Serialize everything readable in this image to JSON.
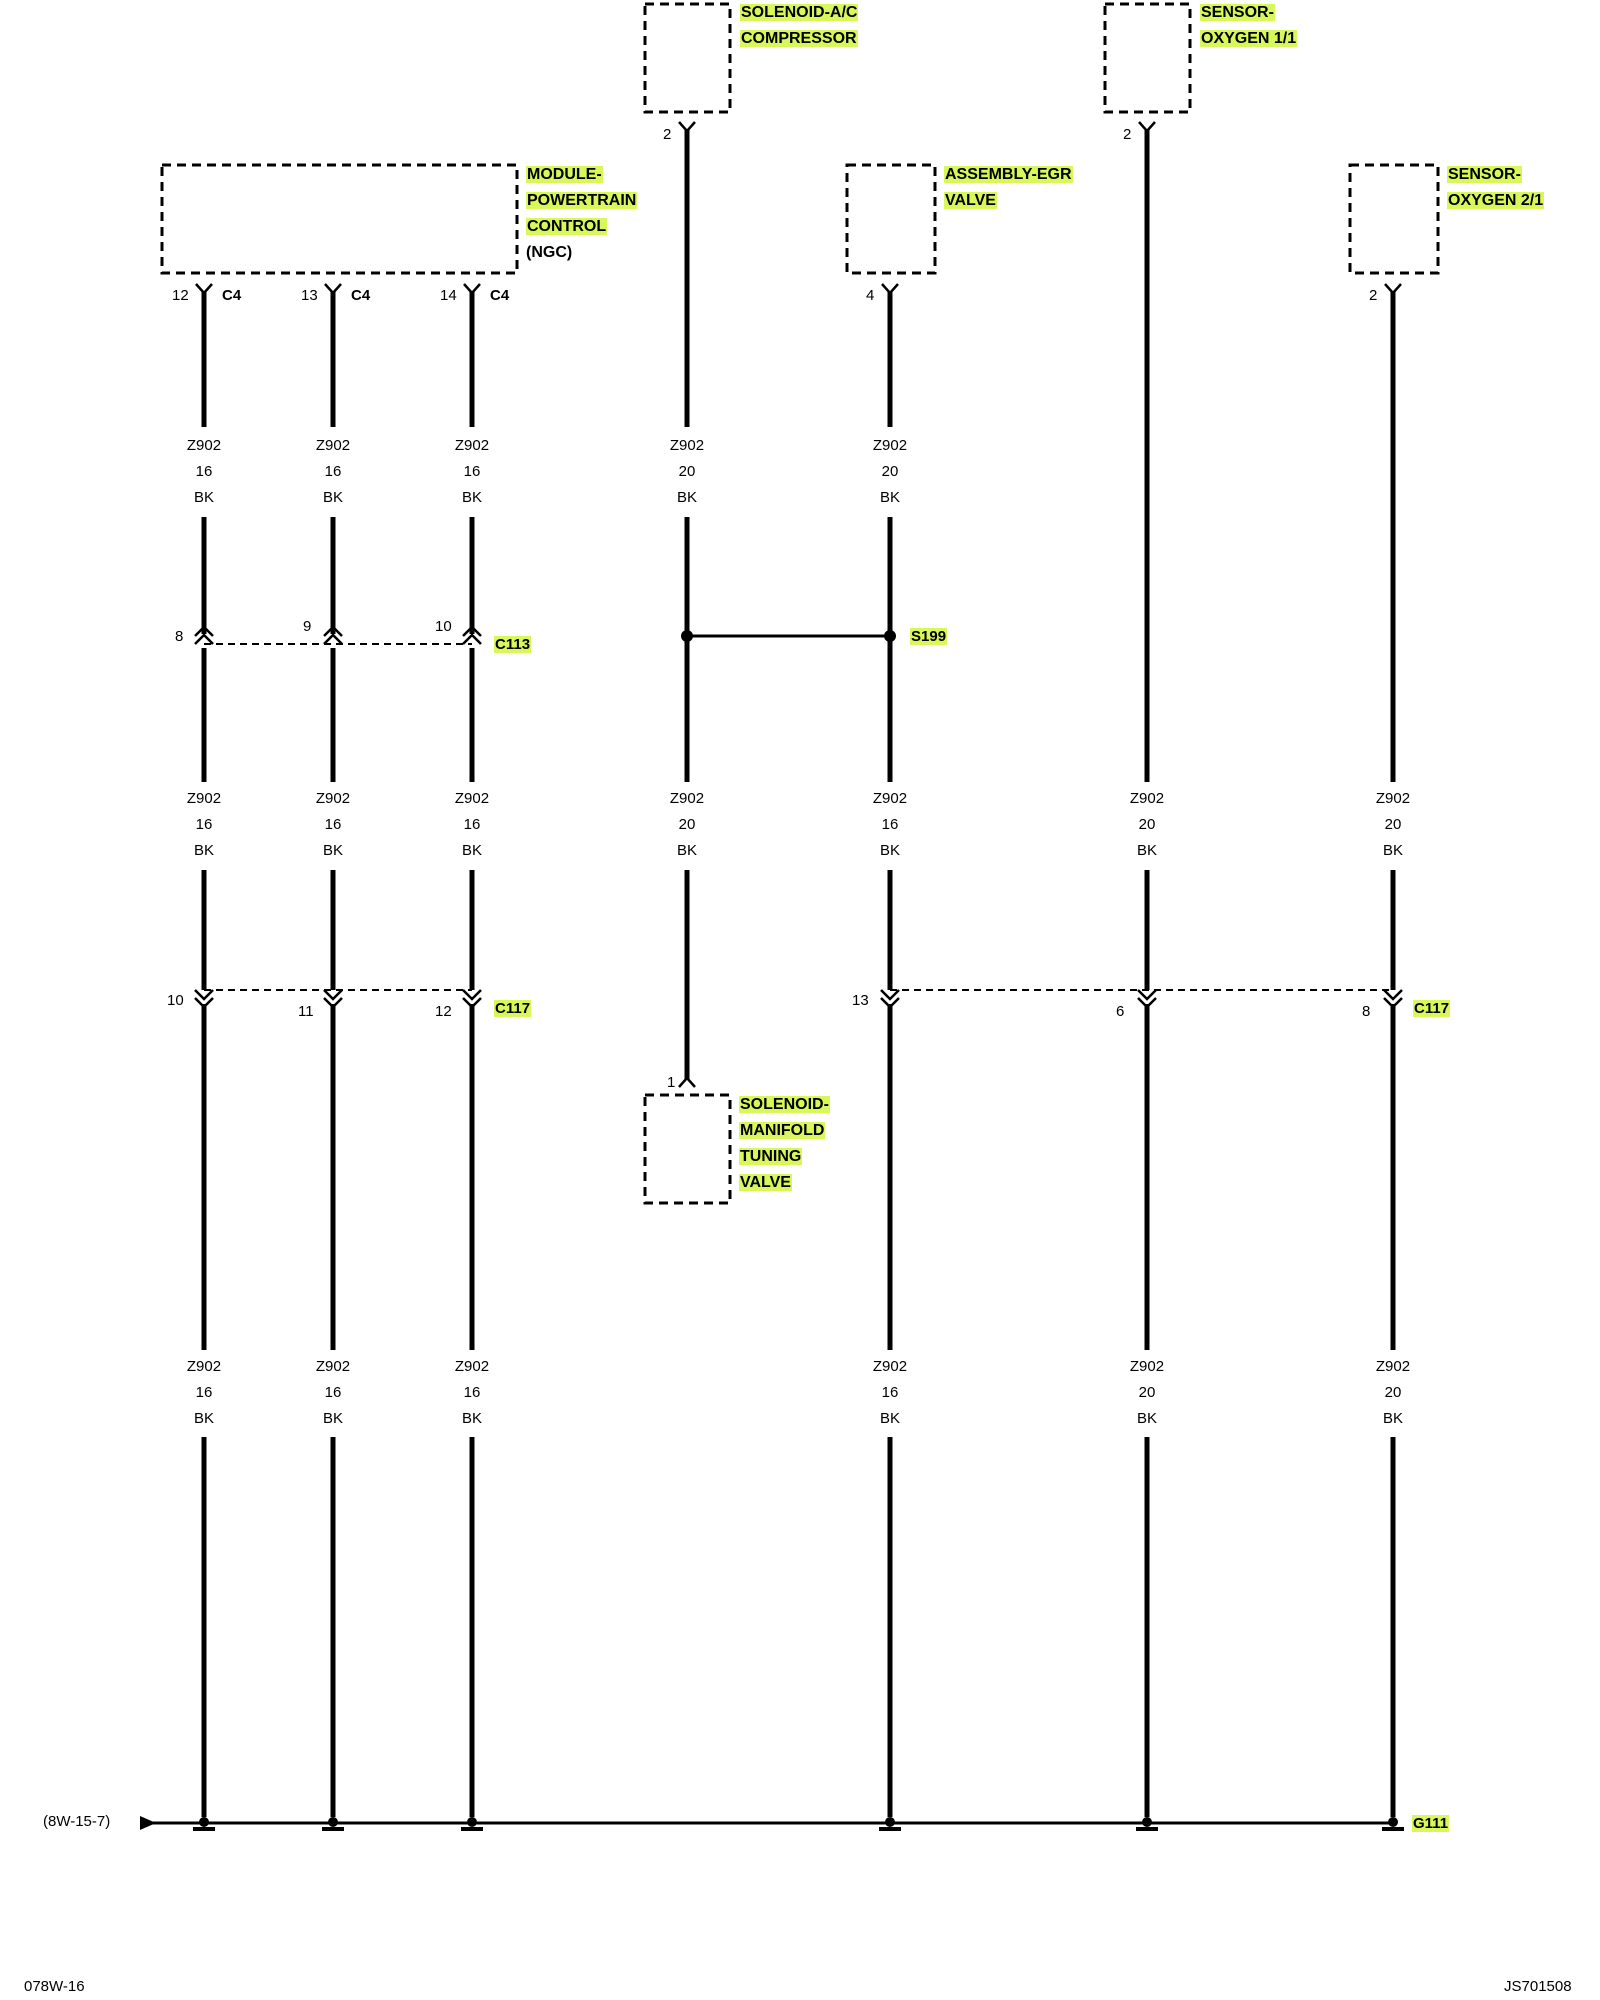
{
  "components": {
    "ac_solenoid": {
      "lines": [
        "SOLENOID-A/C",
        "COMPRESSOR"
      ],
      "pin": "2"
    },
    "o2_sensor_11": {
      "lines": [
        "SENSOR-",
        "OXYGEN 1/1"
      ],
      "pin": "2"
    },
    "pcm": {
      "lines": [
        "MODULE-",
        "POWERTRAIN",
        "CONTROL"
      ],
      "sub": "(NGC)"
    },
    "egr_valve": {
      "lines": [
        "ASSEMBLY-EGR",
        "VALVE"
      ],
      "pin": "4"
    },
    "o2_sensor_21": {
      "lines": [
        "SENSOR-",
        "OXYGEN 2/1"
      ],
      "pin": "2"
    },
    "mtv_solenoid": {
      "lines": [
        "SOLENOID-",
        "MANIFOLD",
        "TUNING",
        "VALVE"
      ],
      "pin": "1"
    }
  },
  "pcm_pins": [
    {
      "pin": "12",
      "conn": "C4"
    },
    {
      "pin": "13",
      "conn": "C4"
    },
    {
      "pin": "14",
      "conn": "C4"
    }
  ],
  "wire_labels": {
    "w1_top": [
      "Z902",
      "16",
      "BK"
    ],
    "w2_top": [
      "Z902",
      "16",
      "BK"
    ],
    "w3_top": [
      "Z902",
      "16",
      "BK"
    ],
    "w4_top": [
      "Z902",
      "20",
      "BK"
    ],
    "w5_top": [
      "Z902",
      "20",
      "BK"
    ],
    "w1_mid": [
      "Z902",
      "16",
      "BK"
    ],
    "w2_mid": [
      "Z902",
      "16",
      "BK"
    ],
    "w3_mid": [
      "Z902",
      "16",
      "BK"
    ],
    "w4_mid": [
      "Z902",
      "20",
      "BK"
    ],
    "w5_mid": [
      "Z902",
      "16",
      "BK"
    ],
    "w6_mid": [
      "Z902",
      "20",
      "BK"
    ],
    "w7_mid": [
      "Z902",
      "20",
      "BK"
    ],
    "w1_bot": [
      "Z902",
      "16",
      "BK"
    ],
    "w2_bot": [
      "Z902",
      "16",
      "BK"
    ],
    "w3_bot": [
      "Z902",
      "16",
      "BK"
    ],
    "w5_bot": [
      "Z902",
      "16",
      "BK"
    ],
    "w6_bot": [
      "Z902",
      "20",
      "BK"
    ],
    "w7_bot": [
      "Z902",
      "20",
      "BK"
    ]
  },
  "c113": {
    "name": "C113",
    "pins": [
      "8",
      "9",
      "10"
    ]
  },
  "s199": {
    "name": "S199"
  },
  "c117_left": {
    "name": "C117",
    "pins": [
      "10",
      "11",
      "12"
    ]
  },
  "c117_right": {
    "name": "C117",
    "pins": [
      "13",
      "6",
      "8"
    ]
  },
  "ground": {
    "name": "G111",
    "ref": "(8W-15-7)"
  },
  "footer": {
    "left": "078W-16",
    "right": "JS701508"
  },
  "colors": {
    "highlight": "#d8f75a",
    "wire": "#000000"
  }
}
